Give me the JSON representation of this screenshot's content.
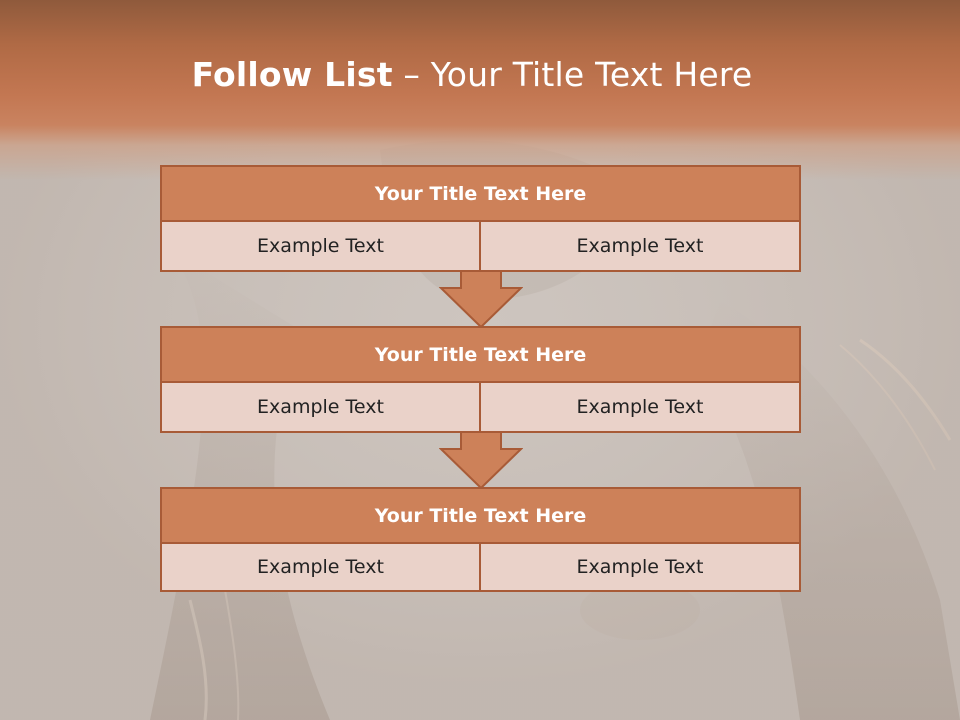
{
  "slide": {
    "title_bold": "Follow List",
    "title_rest": " – Your Title Text Here",
    "colors": {
      "header": "#c37752",
      "step_title_fill": "#cd8159",
      "step_border": "#a85b37",
      "cell_fill": "#ead2c9",
      "background": "#cdc5bf"
    }
  },
  "steps": [
    {
      "title": "Your Title Text Here",
      "left_text": "Example Text",
      "right_text": "Example Text"
    },
    {
      "title": "Your Title Text Here",
      "left_text": "Example Text",
      "right_text": "Example Text"
    },
    {
      "title": "Your Title Text Here",
      "left_text": "Example Text",
      "right_text": "Example Text"
    }
  ],
  "connectors": [
    {
      "icon": "arrow-down-icon"
    },
    {
      "icon": "arrow-down-icon"
    }
  ]
}
